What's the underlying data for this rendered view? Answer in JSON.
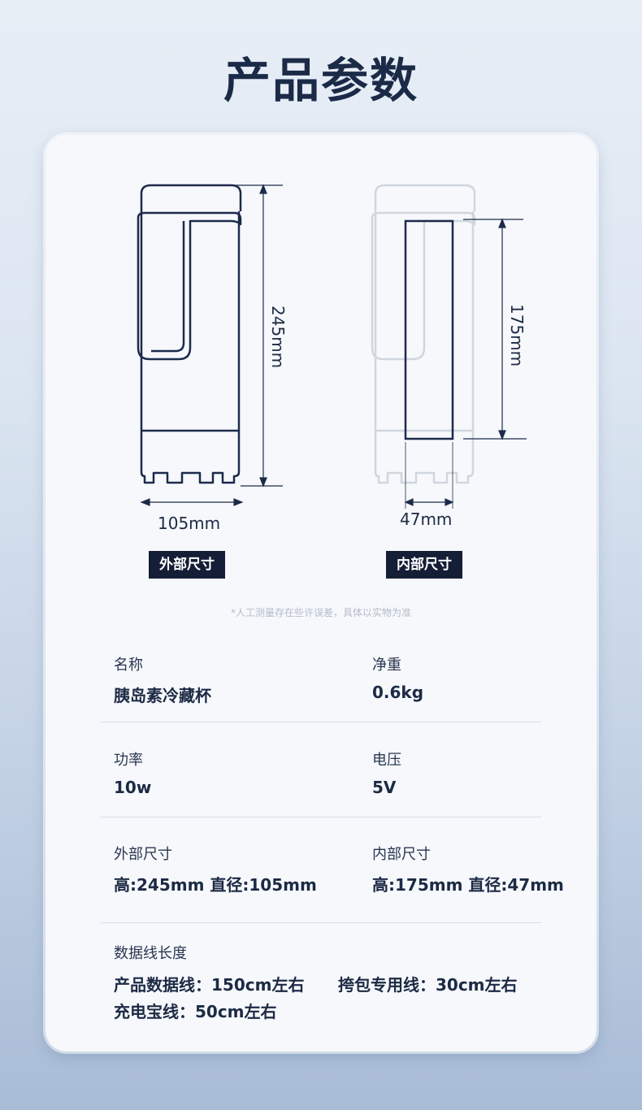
{
  "page_title": "产品参数",
  "diagram": {
    "outer": {
      "height_label": "245mm",
      "width_label": "105mm",
      "tag": "外部尺寸"
    },
    "inner": {
      "height_label": "175mm",
      "width_label": "47mm",
      "tag": "内部尺寸"
    },
    "note": "*人工测量存在些许误差，具体以实物为准"
  },
  "specs": {
    "name": {
      "label": "名称",
      "value": "胰岛素冷藏杯"
    },
    "weight": {
      "label": "净重",
      "value": "0.6kg"
    },
    "power": {
      "label": "功率",
      "value": "10w"
    },
    "voltage": {
      "label": "电压",
      "value": "5V"
    },
    "outer_size": {
      "label": "外部尺寸",
      "value": "高:245mm  直径:105mm"
    },
    "inner_size": {
      "label": "内部尺寸",
      "value": "高:175mm  直径:47mm"
    },
    "cable": {
      "label": "数据线长度",
      "product_cable": "产品数据线：150cm左右",
      "bag_cable": "挎包专用线：30cm左右",
      "powerbank_cable": "充电宝线：50cm左右"
    }
  },
  "colors": {
    "title": "#1b2a47",
    "outline_dark": "#1d2b4a",
    "outline_light": "#d0d6df",
    "tag_bg": "#141e36"
  }
}
